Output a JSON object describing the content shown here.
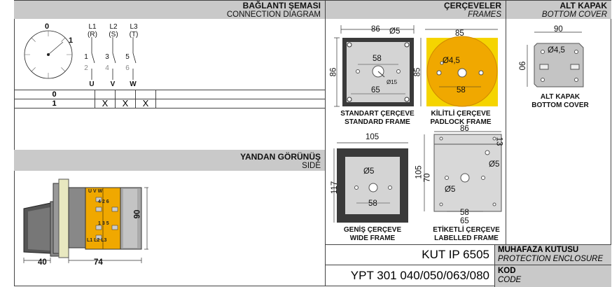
{
  "connection": {
    "title_tr": "BAĞLANTI ŞEMASI",
    "title_en": "CONNECTION DIAGRAM",
    "dial_0": "0",
    "dial_1": "1",
    "terminals": [
      {
        "line": "L1",
        "phase": "(R)",
        "t1": "1",
        "t2": "2",
        "out": "U"
      },
      {
        "line": "L2",
        "phase": "(S)",
        "t1": "3",
        "t2": "4",
        "out": "V"
      },
      {
        "line": "L3",
        "phase": "(T)",
        "t1": "5",
        "t2": "6",
        "out": "W"
      }
    ],
    "rows": [
      {
        "pos": "0",
        "c1": "",
        "c2": "",
        "c3": ""
      },
      {
        "pos": "1",
        "c1": "X",
        "c2": "X",
        "c3": "X"
      }
    ]
  },
  "side": {
    "title_tr": "YANDAN GÖRÜNÜŞ",
    "title_en": "SIDE",
    "dim_40": "40",
    "dim_74": "74",
    "dim_90": "90",
    "contact_labels": [
      "U",
      "V",
      "W",
      "4",
      "2",
      "6",
      "1",
      "3",
      "5",
      "L1",
      "L2",
      "L3"
    ]
  },
  "frames": {
    "title_tr": "ÇERÇEVELER",
    "title_en": "FRAMES",
    "standard": {
      "w": "86",
      "hole": "Ø5",
      "h": "86",
      "d1": "58",
      "d2": "65",
      "knob": "Ø15",
      "label_tr": "STANDART ÇERÇEVE",
      "label_en": "STANDARD FRAME"
    },
    "padlock": {
      "w": "85",
      "h": "85",
      "hole": "Ø4,5",
      "d": "58",
      "label_tr": "KİLİTLİ ÇERÇEVE",
      "label_en": "PADLOCK FRAME"
    },
    "wide": {
      "w": "105",
      "h": "117",
      "hole": "Ø5",
      "d": "58",
      "label_tr": "GENİŞ ÇERÇEVE",
      "label_en": "WIDE FRAME"
    },
    "labelled": {
      "w": "86",
      "h1": "105",
      "h2": "70",
      "top": "13",
      "hole1": "Ø5",
      "hole2": "Ø5",
      "d1": "58",
      "d2": "65",
      "label_tr": "ETİKETLİ ÇERÇEVE",
      "label_en": "LABELLED FRAME"
    }
  },
  "bottom_cover": {
    "title_tr": "ALT KAPAK",
    "title_en": "BOTTOM COVER",
    "w": "90",
    "h": "90",
    "hole": "Ø4,5",
    "label_tr": "ALT KAPAK",
    "label_en": "BOTTOM COVER"
  },
  "footer": {
    "enclosure_value": "KUT IP 6505",
    "enclosure_tr": "MUHAFAZA KUTUSU",
    "enclosure_en": "PROTECTION ENCLOSURE",
    "code_value": "YPT 301 040/050/063/080",
    "code_tr": "KOD",
    "code_en": "CODE"
  },
  "colors": {
    "header_bg": "#c9c9c9",
    "yellow": "#f5d400",
    "orange": "#f0a800",
    "frame_dark": "#3a3a3a",
    "plate_gray": "#d4d4d4"
  }
}
